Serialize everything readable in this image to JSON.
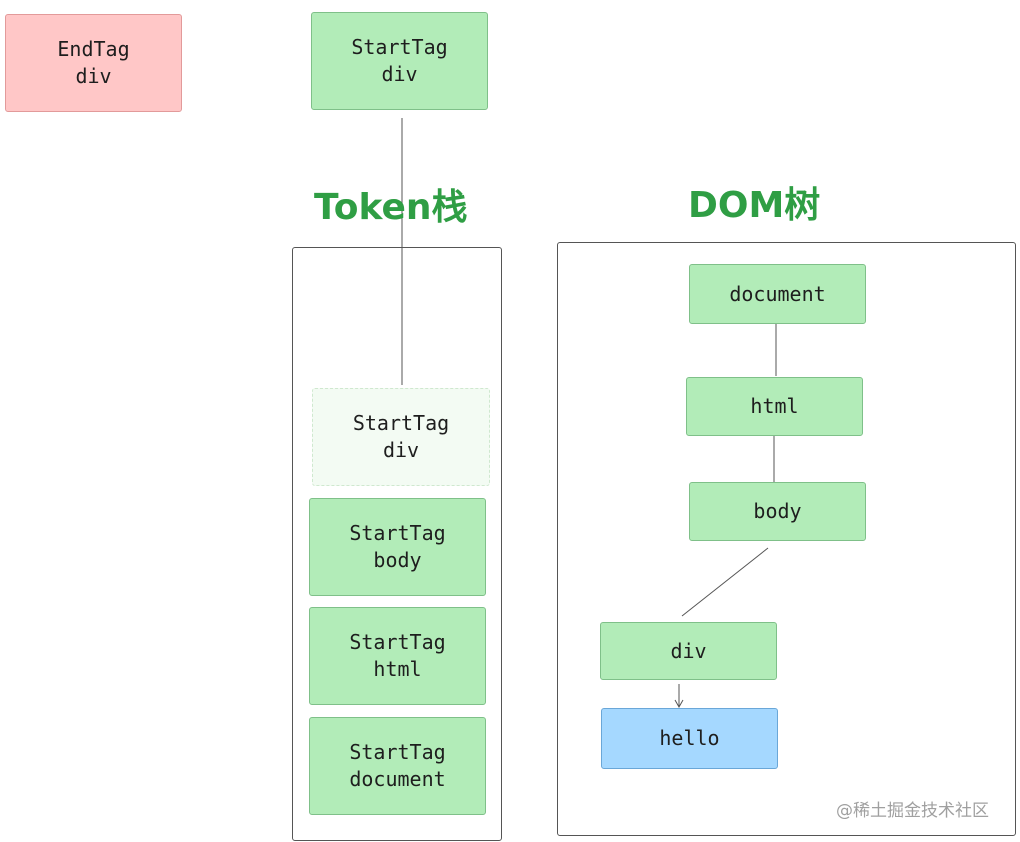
{
  "incoming": {
    "end_tag": {
      "line1": "EndTag",
      "line2": "div"
    },
    "start_tag": {
      "line1": "StartTag",
      "line2": "div"
    }
  },
  "token_stack": {
    "title": "Token栈",
    "items": [
      {
        "line1": "StartTag",
        "line2": "div"
      },
      {
        "line1": "StartTag",
        "line2": "body"
      },
      {
        "line1": "StartTag",
        "line2": "html"
      },
      {
        "line1": "StartTag",
        "line2": "document"
      }
    ]
  },
  "dom_tree": {
    "title": "DOM树",
    "nodes": [
      {
        "label": "document"
      },
      {
        "label": "html"
      },
      {
        "label": "body"
      },
      {
        "label": "div"
      },
      {
        "label": "hello"
      }
    ]
  },
  "colors": {
    "green_fill": "#b2ecb8",
    "red_fill": "#ffc7c7",
    "blue_fill": "#a5d8ff",
    "title_green": "#2f9e44"
  },
  "watermark": "@稀土掘金技术社区"
}
